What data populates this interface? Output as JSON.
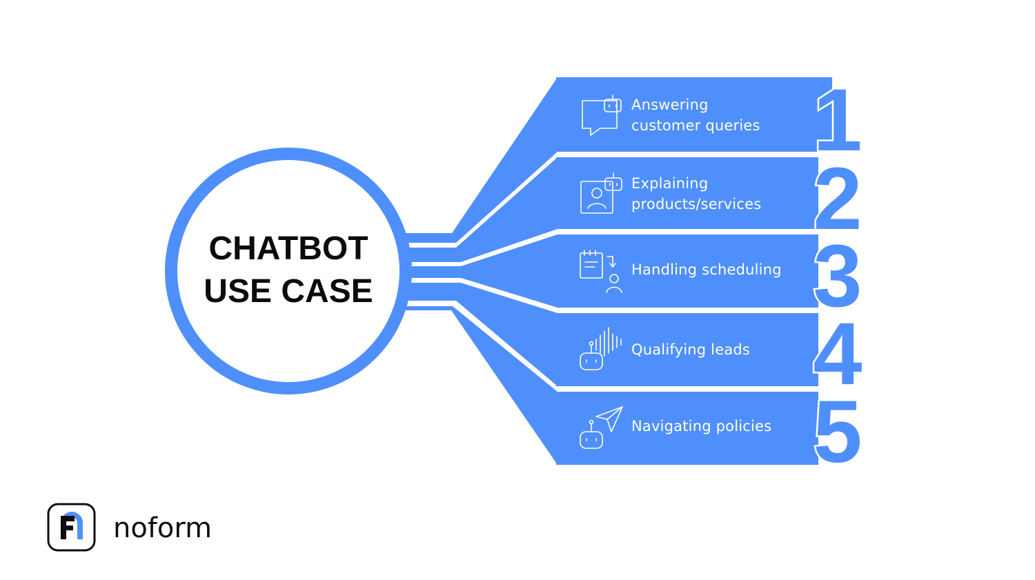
{
  "diagram": {
    "title_line1": "CHATBOT",
    "title_line2": "USE CASE",
    "subtitle": "Chatbot Use Case",
    "accent_color": "#4f8ffb",
    "items": [
      {
        "number": "1",
        "line1": "Answering",
        "line2": "customer queries",
        "icon": "chat-bot-icon"
      },
      {
        "number": "2",
        "line1": "Explaining",
        "line2": "products/services",
        "icon": "profile-bot-icon"
      },
      {
        "number": "3",
        "line1": "Handling scheduling",
        "line2": "",
        "icon": "schedule-user-icon"
      },
      {
        "number": "4",
        "line1": "Qualifying leads",
        "line2": "",
        "icon": "voice-bot-icon"
      },
      {
        "number": "5",
        "line1": "Navigating policies",
        "line2": "",
        "icon": "navigate-bot-icon"
      }
    ]
  },
  "brand": {
    "name": "noform",
    "logo_icon": "noform-logo-icon"
  }
}
